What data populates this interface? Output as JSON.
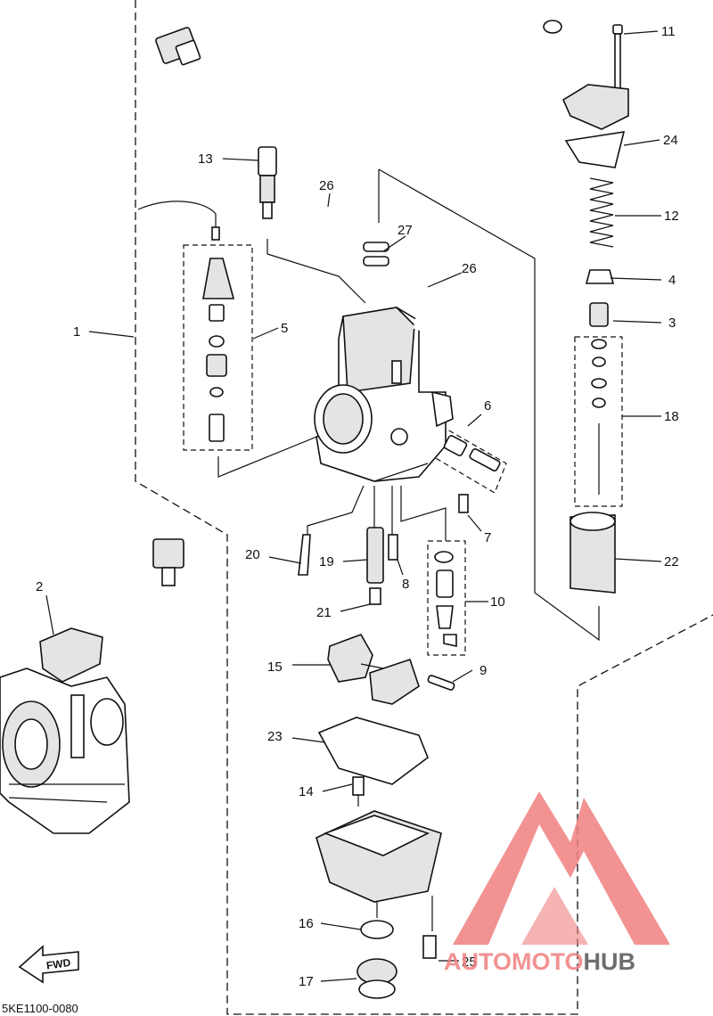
{
  "diagram_code": "5KE1100-0080",
  "fwd_label": "FWD",
  "watermark": {
    "part1": "AUTO",
    "part2": "MOTO",
    "part3": "HUB",
    "color_primary": "#f08080",
    "color_secondary": "#555555"
  },
  "callouts": [
    {
      "id": "c1",
      "label": "1"
    },
    {
      "id": "c2",
      "label": "2"
    },
    {
      "id": "c3",
      "label": "3"
    },
    {
      "id": "c4",
      "label": "4"
    },
    {
      "id": "c5",
      "label": "5"
    },
    {
      "id": "c6",
      "label": "6"
    },
    {
      "id": "c7",
      "label": "7"
    },
    {
      "id": "c8",
      "label": "8"
    },
    {
      "id": "c9",
      "label": "9"
    },
    {
      "id": "c10",
      "label": "10"
    },
    {
      "id": "c11",
      "label": "11"
    },
    {
      "id": "c12",
      "label": "12"
    },
    {
      "id": "c13",
      "label": "13"
    },
    {
      "id": "c14",
      "label": "14"
    },
    {
      "id": "c15",
      "label": "15"
    },
    {
      "id": "c16",
      "label": "16"
    },
    {
      "id": "c17",
      "label": "17"
    },
    {
      "id": "c18",
      "label": "18"
    },
    {
      "id": "c19",
      "label": "19"
    },
    {
      "id": "c20",
      "label": "20"
    },
    {
      "id": "c21",
      "label": "21"
    },
    {
      "id": "c22",
      "label": "22"
    },
    {
      "id": "c23",
      "label": "23"
    },
    {
      "id": "c24",
      "label": "24"
    },
    {
      "id": "c25",
      "label": "25"
    },
    {
      "id": "c26a",
      "label": "26"
    },
    {
      "id": "c26b",
      "label": "26"
    },
    {
      "id": "c27",
      "label": "27"
    }
  ]
}
